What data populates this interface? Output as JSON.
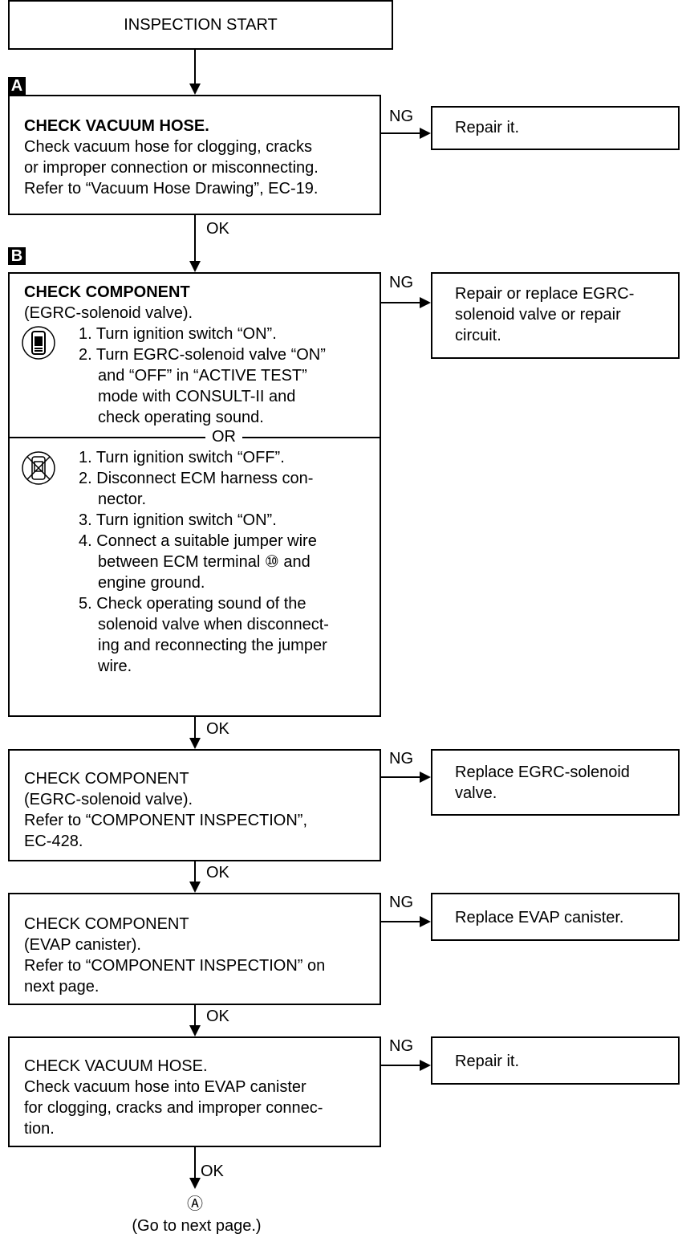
{
  "start": {
    "label": "INSPECTION START"
  },
  "markers": {
    "a": "A",
    "b": "B"
  },
  "labels": {
    "ng": "NG",
    "ok": "OK"
  },
  "step_a": {
    "title": "CHECK VACUUM HOSE.",
    "lines": [
      "Check vacuum hose for clogging, cracks",
      "or improper connection or misconnecting.",
      "Refer to “Vacuum Hose Drawing”, EC-19."
    ],
    "ng_result": "Repair it."
  },
  "step_b": {
    "title": "CHECK COMPONENT",
    "subtitle": "(EGRC-solenoid valve).",
    "consult_steps": [
      {
        "num": "1.",
        "lines": [
          "Turn ignition switch “ON”."
        ]
      },
      {
        "num": "2.",
        "lines": [
          "Turn EGRC-solenoid valve “ON”",
          "and “OFF” in “ACTIVE TEST”",
          "mode with CONSULT-II and",
          "check operating sound."
        ]
      }
    ],
    "or_label": "OR",
    "manual_steps": [
      {
        "num": "1.",
        "lines": [
          "Turn ignition switch “OFF”."
        ]
      },
      {
        "num": "2.",
        "lines": [
          "Disconnect ECM harness con-",
          "nector."
        ]
      },
      {
        "num": "3.",
        "lines": [
          "Turn ignition switch “ON”."
        ]
      },
      {
        "num": "4.",
        "lines": [
          "Connect a suitable jumper wire",
          "between ECM terminal ⑩ and",
          "engine ground."
        ]
      },
      {
        "num": "5.",
        "lines": [
          "Check operating sound of the",
          "solenoid valve when disconnect-",
          "ing and reconnecting the jumper",
          "wire."
        ]
      }
    ],
    "ng_result": [
      "Repair or replace EGRC-",
      "solenoid valve or repair",
      "circuit."
    ]
  },
  "step_c": {
    "lines": [
      "CHECK COMPONENT",
      "(EGRC-solenoid valve).",
      "Refer to “COMPONENT INSPECTION”,",
      "EC-428."
    ],
    "ng_result": [
      "Replace EGRC-solenoid",
      "valve."
    ]
  },
  "step_d": {
    "lines": [
      "CHECK COMPONENT",
      "(EVAP canister).",
      "Refer to “COMPONENT INSPECTION” on",
      "next page."
    ],
    "ng_result": [
      "Replace EVAP canister."
    ]
  },
  "step_e": {
    "lines": [
      "CHECK VACUUM HOSE.",
      "Check vacuum hose into EVAP canister",
      "for clogging, cracks and improper connec-",
      "tion."
    ],
    "ng_result": [
      "Repair it."
    ]
  },
  "end": {
    "connector": "Ⓐ",
    "note": "(Go to next page.)"
  }
}
